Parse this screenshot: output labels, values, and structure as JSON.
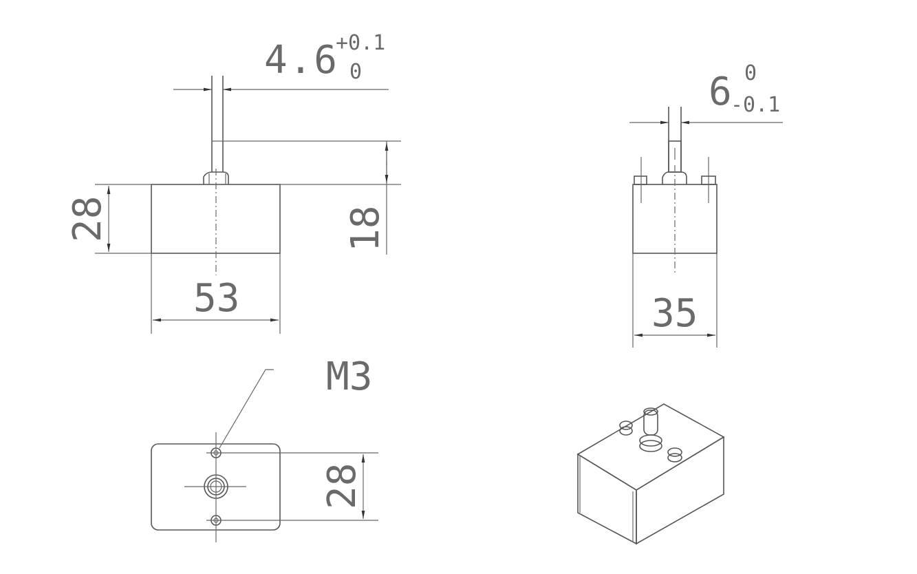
{
  "drawing": {
    "front_view": {
      "shaft_diameter": "4.6",
      "shaft_tol_upper": "+0.1",
      "shaft_tol_lower": "0",
      "height": "28",
      "shaft_length": "18",
      "width": "53"
    },
    "side_view": {
      "shaft_diameter": "6",
      "shaft_tol_upper": "0",
      "shaft_tol_lower": "-0.1",
      "depth": "35"
    },
    "bottom_view": {
      "thread_label": "M3",
      "hole_spacing": "28"
    },
    "colors": {
      "line": "#555555",
      "text": "#6a6a6a"
    }
  }
}
